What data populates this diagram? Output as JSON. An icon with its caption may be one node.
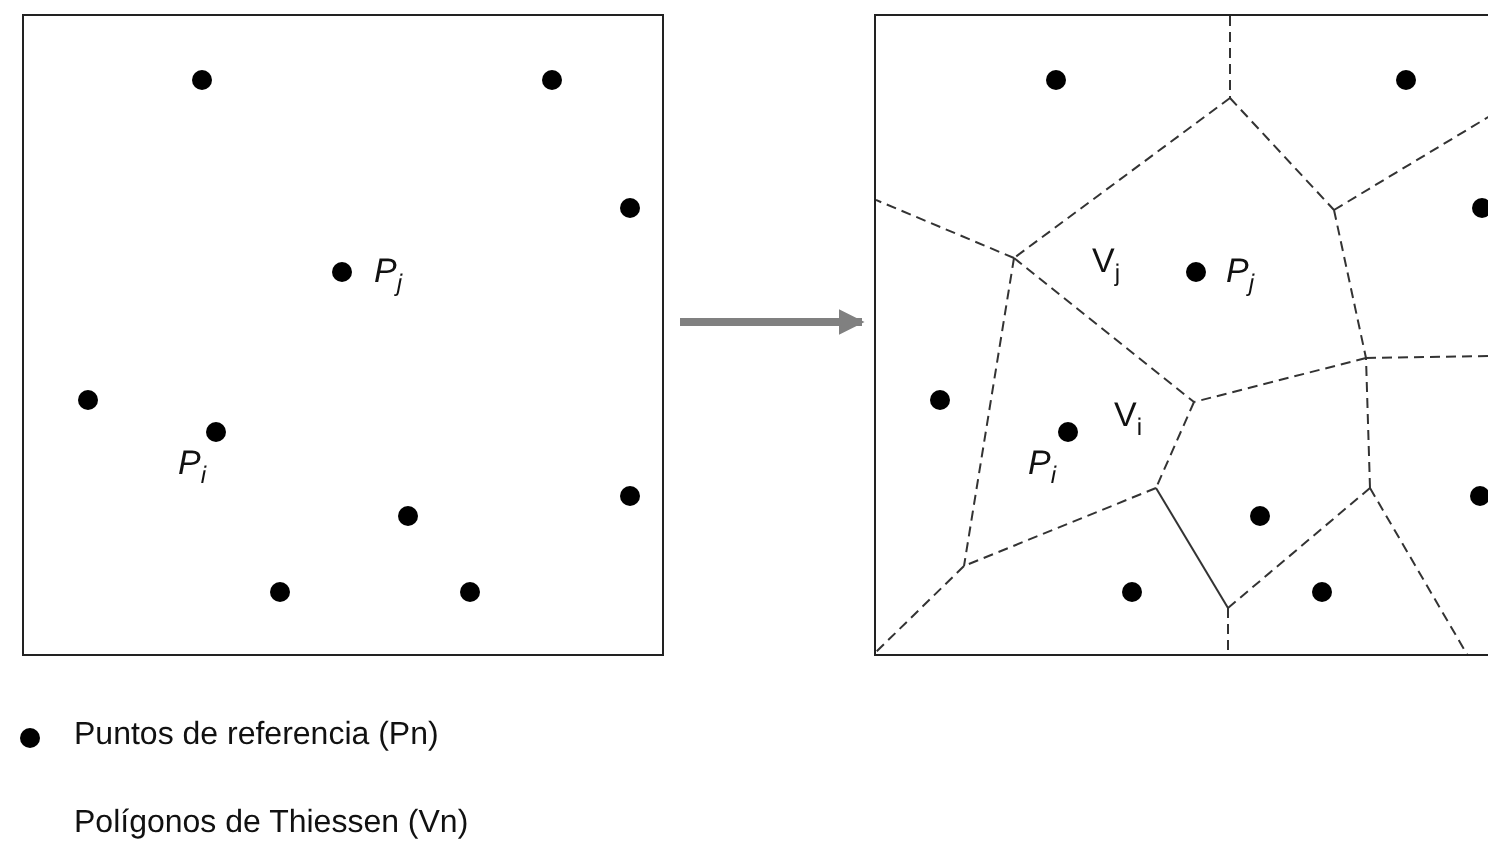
{
  "diagram": {
    "nodes": [
      {
        "text": [],
        "shape": "box"
      },
      {
        "text": [],
        "shape": "box"
      }
    ],
    "edges": [
      {
        "from": 0,
        "to": 1,
        "arrow": "to"
      }
    ],
    "labels": [
      "P$_{j}$",
      "P$_{i}$",
      "V$_{j}$",
      "P$_{j}$",
      "V$_{i}$",
      "P$_{i}$"
    ],
    "legend": [
      {
        "text": "Puntos  de referencia (Pn)"
      },
      {
        "text": "Polígonos  de Thiessen (Vn)"
      }
    ]
  }
}
